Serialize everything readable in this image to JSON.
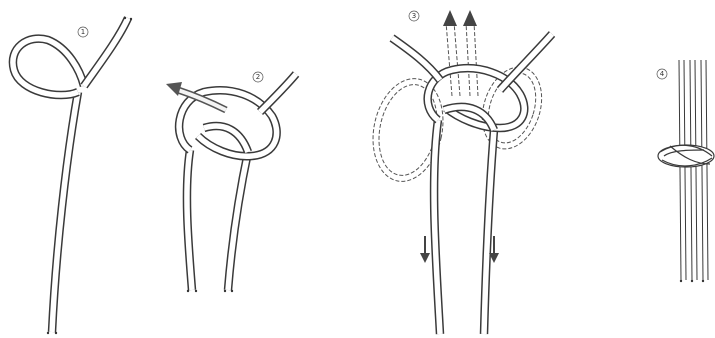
{
  "steps": [
    {
      "number": "1"
    },
    {
      "number": "2"
    },
    {
      "number": "3"
    },
    {
      "number": "4"
    }
  ],
  "colors": {
    "line": "#3a3a3a",
    "fill": "#ffffff",
    "arrow": "#444444"
  }
}
